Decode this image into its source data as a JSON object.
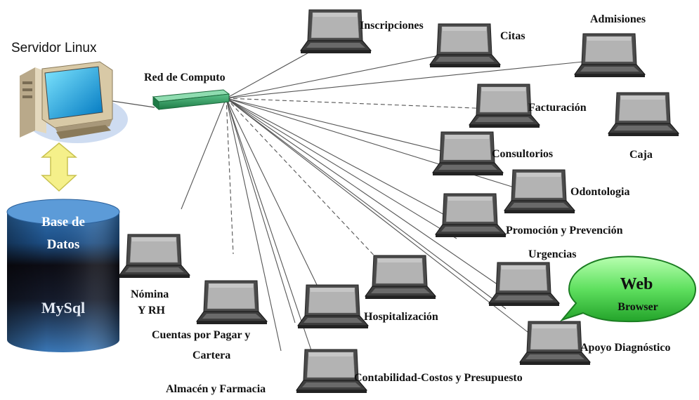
{
  "server": {
    "title": "Servidor Linux"
  },
  "network": {
    "label": "Red de Computo"
  },
  "database": {
    "line1": "Base de",
    "line2": "Datos",
    "engine": "MySql"
  },
  "web": {
    "line1": "Web",
    "line2": "Browser"
  },
  "nodes": [
    {
      "id": "inscripciones",
      "label": "Inscripciones"
    },
    {
      "id": "citas",
      "label": "Citas"
    },
    {
      "id": "admisiones",
      "label": "Admisiones"
    },
    {
      "id": "facturacion",
      "label": "Facturación"
    },
    {
      "id": "caja",
      "label": "Caja"
    },
    {
      "id": "consultorios",
      "label": "Consultorios"
    },
    {
      "id": "odontologia",
      "label": "Odontologia"
    },
    {
      "id": "promocion",
      "label": "Promoción y Prevención"
    },
    {
      "id": "urgencias",
      "label": "Urgencias"
    },
    {
      "id": "apoyo",
      "label": "Apoyo Diagnóstico"
    },
    {
      "id": "hospitalizacion",
      "label": "Hospitalización"
    },
    {
      "id": "contabilidad",
      "label": "Contabilidad-Costos y Presupuesto"
    },
    {
      "id": "almacen",
      "label": "Almacén y Farmacia"
    },
    {
      "id": "cuentas",
      "label": "Cuentas por Pagar y",
      "label2": "Cartera"
    },
    {
      "id": "nomina",
      "label": "Nómina",
      "label2": "Y RH"
    }
  ],
  "colors": {
    "switch": "#2f9a5c",
    "db_top": "#2f6fb0",
    "db_mid": "#0c0c14",
    "bubble": "#5fe05f",
    "arrow": "#f5f08a",
    "screen": "#00a8e0"
  }
}
